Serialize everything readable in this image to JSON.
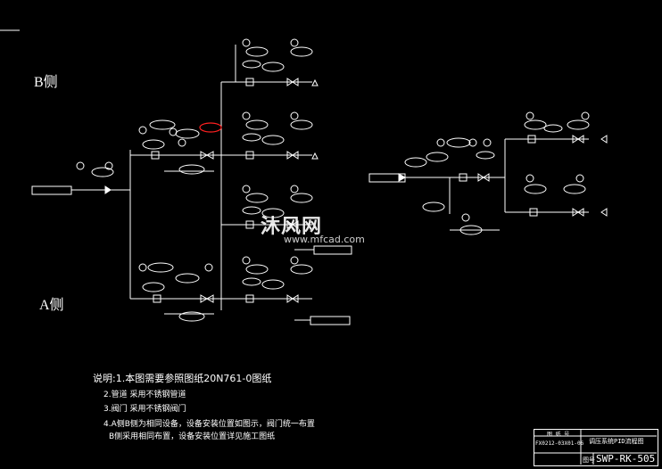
{
  "sides": {
    "b": "B侧",
    "a": "A侧"
  },
  "notes": {
    "line1": "说明:1.本图需要参照图纸20N761-0图纸",
    "line2": "2.管道  采用不锈钢管道",
    "line3": "3.阀门  采用不锈钢阀门",
    "line4a": "4.A侧B侧为相同设备，设备安装位置如图示，阀门统一布置",
    "line4b": "B侧采用相同布置，设备安装位置详见施工图纸"
  },
  "title_block": {
    "header": "图  纸  号",
    "drawing_no": "FX0212-03X01-06",
    "title": "调压系统PID流程图",
    "sheet_label": "图号",
    "code": "SWP-RK-505"
  },
  "watermark": {
    "text": "沐风网",
    "url": "www.mfcad.com"
  },
  "colors": {
    "background": "#000000",
    "lines": "#ffffff",
    "highlight": "#ff2020"
  }
}
